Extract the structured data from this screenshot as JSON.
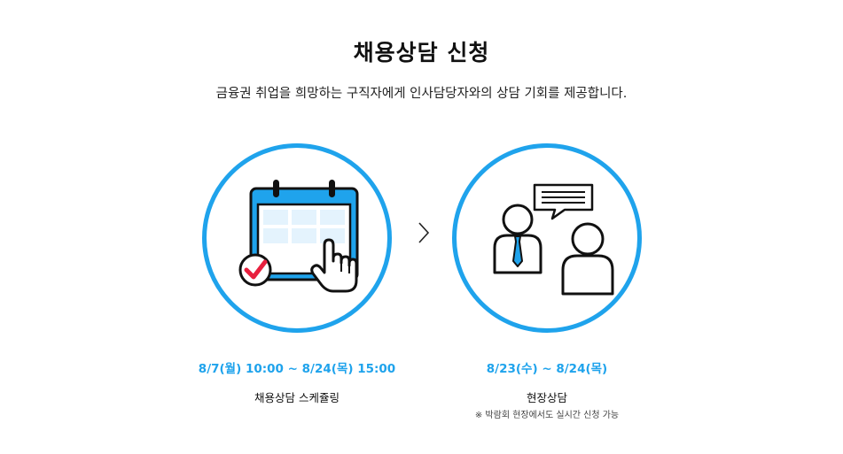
{
  "header": {
    "title": "채용상담 신청",
    "subtitle": "금융권 취업을 희망하는 구직자에게 인사담당자와의 상담 기회를 제공합니다."
  },
  "steps": [
    {
      "icon": "calendar-scheduling-icon",
      "date": "8/7(월) 10:00 ~ 8/24(목) 15:00",
      "label": "채용상담 스케쥴링",
      "note": ""
    },
    {
      "icon": "consultation-people-icon",
      "date": "8/23(수) ~ 8/24(목)",
      "label": "현장상담",
      "note": "※ 박람회 현장에서도 실시간 신청 가능"
    }
  ],
  "colors": {
    "accent": "#1fa3ec",
    "calendar_light": "#e4f3fd",
    "check_red": "#e8203e"
  }
}
